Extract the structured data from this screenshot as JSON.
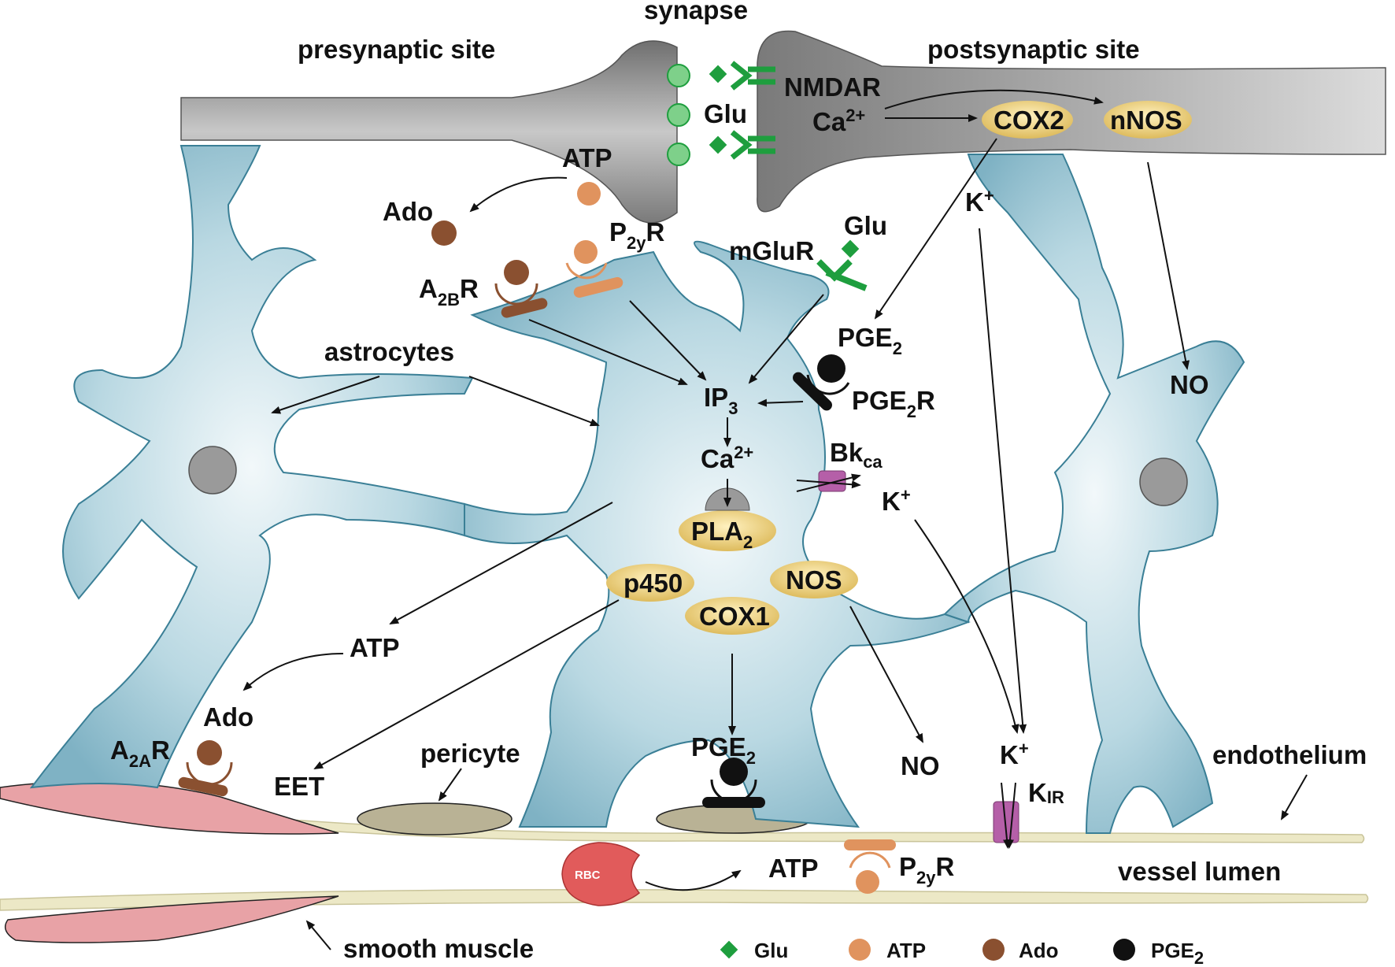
{
  "labels": {
    "synapse": "synapse",
    "presynaptic_site": "presynaptic site",
    "postsynaptic_site": "postsynaptic site",
    "nmdar": "NMDAR",
    "glu_syn": "Glu",
    "ca_post": "Ca",
    "ca_post_sup": "2+",
    "cox2": "COX2",
    "nnos": "nNOS",
    "atp_top": "ATP",
    "ado_top": "Ado",
    "p2yr_top_main": "P",
    "p2yr_top_sub": "2y",
    "p2yr_top_end": "R",
    "a2br_main": "A",
    "a2br_sub": "2B",
    "a2br_end": "R",
    "mglur": "mGluR",
    "glu_mglur": "Glu",
    "k_top": "K",
    "k_top_sup": "+",
    "pge2_mid_main": "PGE",
    "pge2_mid_sub": "2",
    "astrocytes": "astrocytes",
    "ip3_main": "IP",
    "ip3_sub": "3",
    "pge2r_main": "PGE",
    "pge2r_sub": "2",
    "pge2r_end": "R",
    "no_right": "NO",
    "ca_astro": "Ca",
    "ca_astro_sup": "2+",
    "bkca_main": "Bk",
    "bkca_sub": "ca",
    "k_mid": "K",
    "k_mid_sup": "+",
    "pla2_main": "PLA",
    "pla2_sub": "2",
    "p450": "p450",
    "nos": "NOS",
    "cox1": "COX1",
    "atp_left": "ATP",
    "ado_left": "Ado",
    "a2ar_main": "A",
    "a2ar_sub": "2A",
    "a2ar_end": "R",
    "eet": "EET",
    "pericyte": "pericyte",
    "pge2_low_main": "PGE",
    "pge2_low_sub": "2",
    "no_low": "NO",
    "k_low": "K",
    "k_low_sup": "+",
    "kir_main": "K",
    "kir_sub": "IR",
    "endothelium": "endothelium",
    "rbc": "RBC",
    "atp_lumen": "ATP",
    "p2yr_low_main": "P",
    "p2yr_low_sub": "2y",
    "p2yr_low_end": "R",
    "vessel_lumen": "vessel lumen",
    "smooth_muscle": "smooth muscle"
  },
  "legend": [
    {
      "label": "Glu",
      "shape": "diamond",
      "color": "#1e9e3e"
    },
    {
      "label": "ATP",
      "shape": "circle",
      "color": "#e0935e"
    },
    {
      "label": "Ado",
      "shape": "circle",
      "color": "#8a5030"
    },
    {
      "label": "PGE",
      "sub": "2",
      "shape": "circle",
      "color": "#111111"
    }
  ],
  "colors": {
    "astrocyte": "#a9cfdb",
    "astrocyte_stroke": "#3a7f96",
    "neuron": "#8d8d8d",
    "enzyme": "#e6c86e",
    "green": "#1e9e3e",
    "atp": "#e0935e",
    "ado": "#8a5030",
    "pge2": "#111111",
    "channel": "#b55fa8",
    "smooth_muscle": "#e8a2a6",
    "vessel": "#ece8c6",
    "pericyte": "#b9b295"
  }
}
